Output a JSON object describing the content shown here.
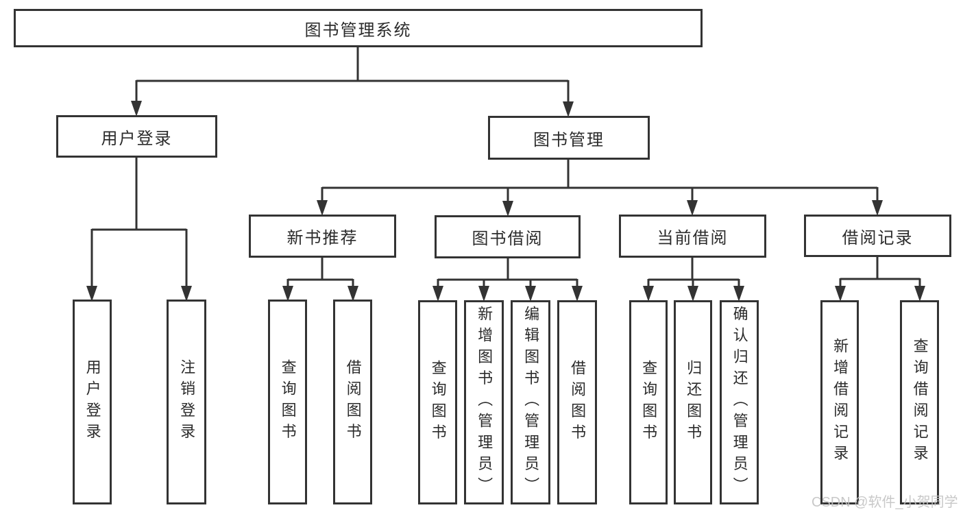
{
  "diagram": {
    "root": {
      "label": "图书管理系统"
    },
    "branches": [
      {
        "label": "用户登录",
        "children": [
          {
            "label": "用户登录"
          },
          {
            "label": "注销登录"
          }
        ]
      },
      {
        "label": "图书管理",
        "children": [
          {
            "label": "新书推荐",
            "children": [
              {
                "label": "查询图书"
              },
              {
                "label": "借阅图书"
              }
            ]
          },
          {
            "label": "图书借阅",
            "children": [
              {
                "label": "查询图书"
              },
              {
                "label": "新增图书（管理员）"
              },
              {
                "label": "编辑图书（管理员）"
              },
              {
                "label": "借阅图书"
              }
            ]
          },
          {
            "label": "当前借阅",
            "children": [
              {
                "label": "查询图书"
              },
              {
                "label": "归还图书"
              },
              {
                "label": "确认归还（管理员）"
              }
            ]
          },
          {
            "label": "借阅记录",
            "children": [
              {
                "label": "新增借阅记录"
              },
              {
                "label": "查询借阅记录"
              }
            ]
          }
        ]
      }
    ]
  },
  "watermark": {
    "text": "CSDN @软件_小贺同学"
  },
  "colors": {
    "line": "#333333",
    "text": "#2b2b2b",
    "background": "#ffffff",
    "watermark": "#c3c3c3"
  }
}
